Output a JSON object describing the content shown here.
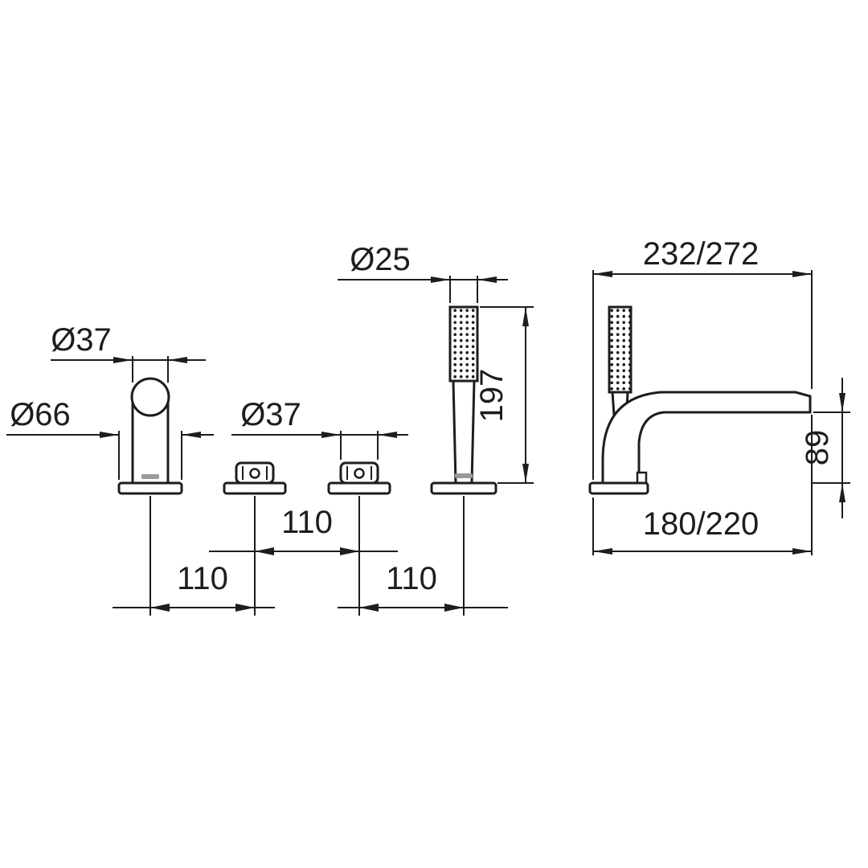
{
  "style": {
    "line_color": "#1d1d1b",
    "background": "#ffffff"
  },
  "drawing": {
    "type": "technical-dimension-drawing",
    "views": [
      "front-view-4-hole-bath-mixer",
      "side-view-spout-with-handshower"
    ]
  },
  "dimensions": {
    "lever_diameter": "Ø37",
    "lever_base_diameter": "Ø66",
    "knob_diameter": "Ø37",
    "handshower_diameter": "Ø25",
    "handshower_length": "197",
    "spout_top_projection": "232/272",
    "spout_outlet_height": "89",
    "spout_bottom_projection": "180/220",
    "spacing_center": "110",
    "spacing_left": "110",
    "spacing_right": "110"
  }
}
